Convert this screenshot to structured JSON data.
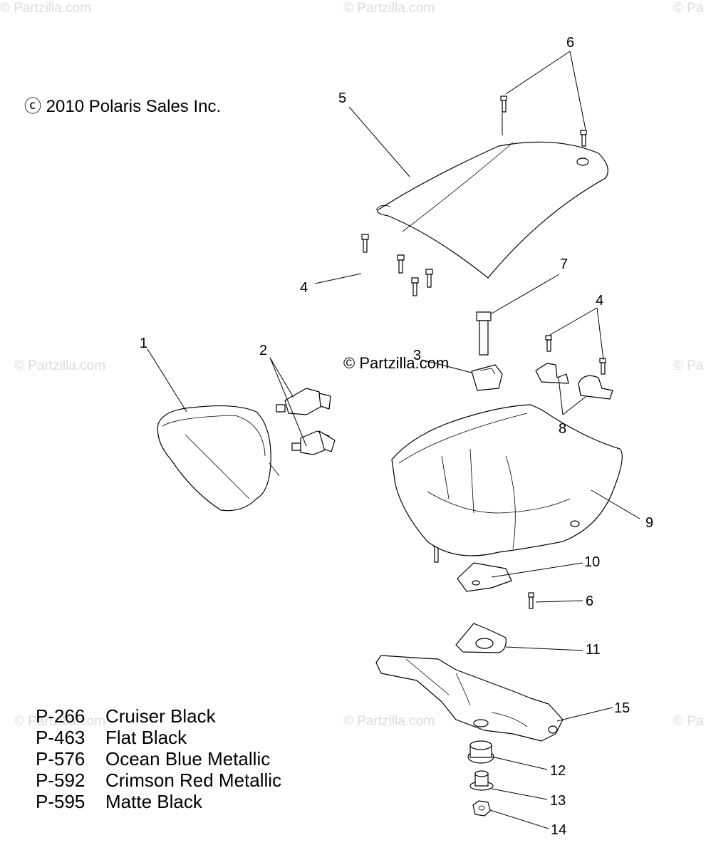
{
  "copyright_text": "ⓒ 2010 Polaris Sales Inc.",
  "watermark_text": "© Partzilla.com",
  "watermark_partial": "© Pa",
  "inline_watermark": "© Partzilla.com",
  "callouts": [
    "1",
    "2",
    "3",
    "4",
    "4",
    "5",
    "6",
    "6",
    "7",
    "8",
    "9",
    "10",
    "11",
    "12",
    "13",
    "14",
    "15"
  ],
  "paint_codes": [
    {
      "code": "P-266",
      "name": "Cruiser Black"
    },
    {
      "code": "P-463",
      "name": "Flat Black"
    },
    {
      "code": "P-576",
      "name": "Ocean Blue Metallic"
    },
    {
      "code": "P-592",
      "name": "Crimson Red Metallic"
    },
    {
      "code": "P-595",
      "name": "Matte Black"
    }
  ]
}
